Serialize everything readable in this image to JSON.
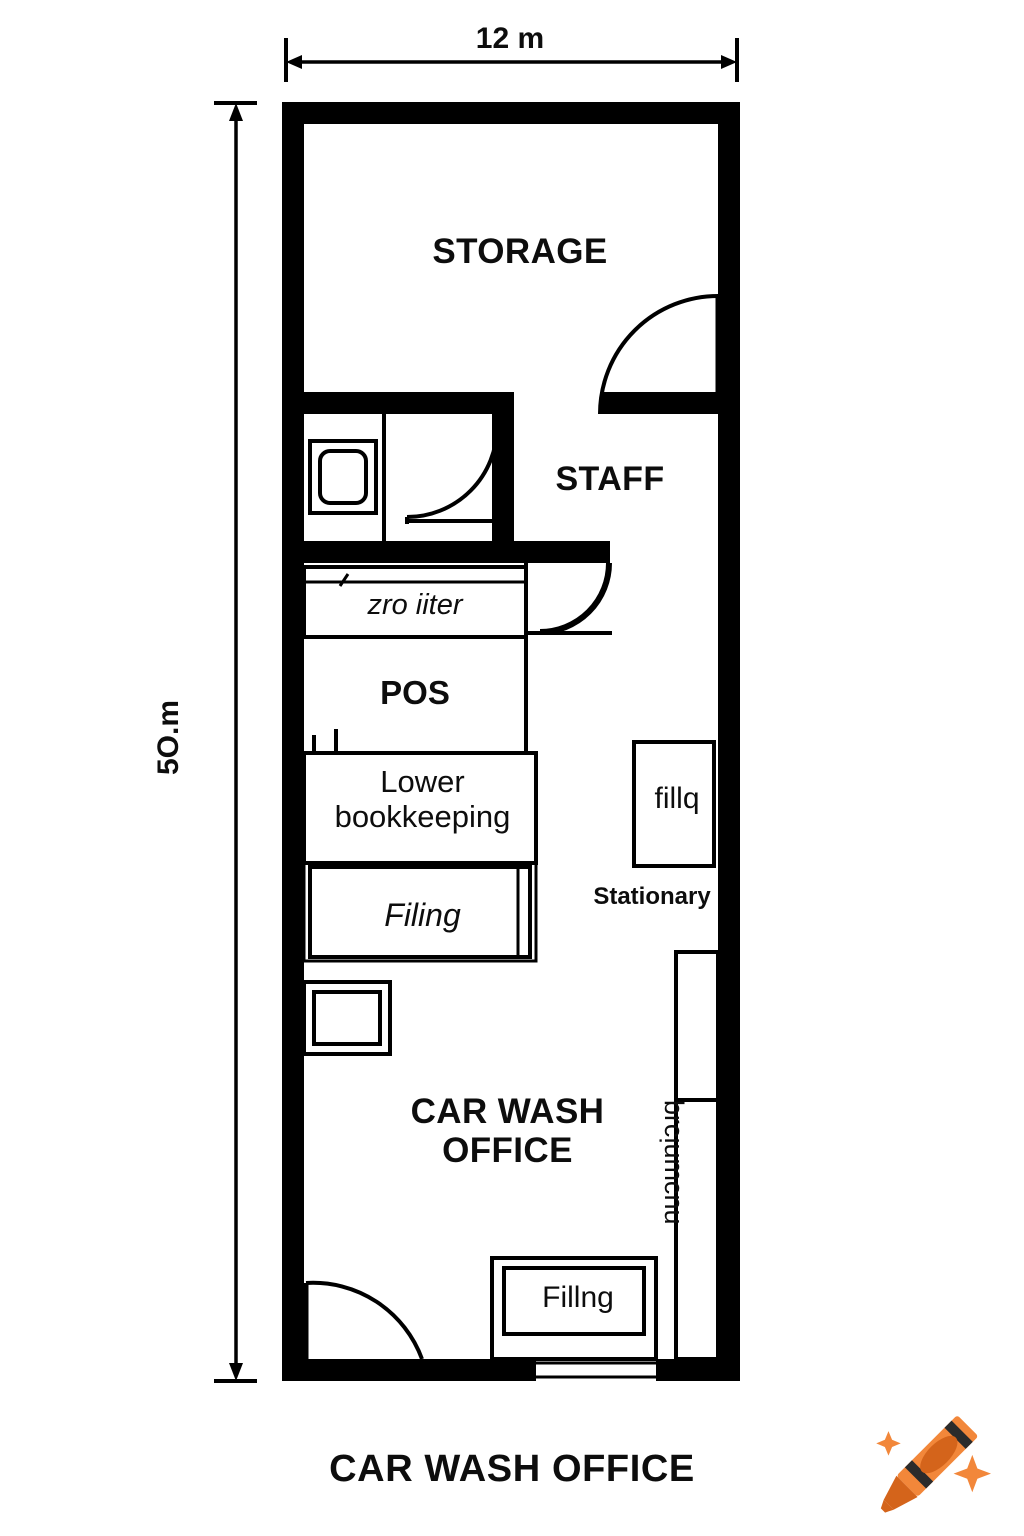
{
  "document": {
    "caption": "CAR WASH OFFICE",
    "background_color": "#ffffff",
    "line_color": "#000000"
  },
  "dimensions": {
    "top_label": "12 m",
    "left_label": "5O.m"
  },
  "rooms": [
    {
      "id": "storage",
      "label": "STORAGE",
      "style": "bold-caps"
    },
    {
      "id": "staff",
      "label": "STAFF",
      "style": "bold-caps"
    },
    {
      "id": "car-wash-office",
      "label": "CAR WASH\nOFFICE",
      "line1": "CAR WASH",
      "line2": "OFFICE",
      "style": "bold-caps"
    }
  ],
  "furniture": [
    {
      "id": "zro-iiter",
      "label": "zro iiter",
      "style": "italic"
    },
    {
      "id": "pos",
      "label": "POS",
      "style": "bold"
    },
    {
      "id": "lower-bookkeeping",
      "label": "Lower\nbookkeeping",
      "line1": "Lower",
      "line2": "bookkeeping",
      "style": "plain"
    },
    {
      "id": "filing-upper",
      "label": "Filing",
      "style": "italic"
    },
    {
      "id": "fillq",
      "label": "fillq",
      "style": "plain"
    },
    {
      "id": "stationary",
      "label": "Stationary",
      "style": "bold"
    },
    {
      "id": "filing-lower",
      "label": "Fillng",
      "style": "plain"
    },
    {
      "id": "right-cabinet",
      "label": "nuɔɯniɔɹq",
      "style": "rotated-180"
    }
  ],
  "watermark": {
    "name": "crayon-watermark",
    "body_color": "#F2873A",
    "tip_color": "#D4641B",
    "band_color": "#2B2B2B",
    "sparkle_color": "#F2873A"
  }
}
